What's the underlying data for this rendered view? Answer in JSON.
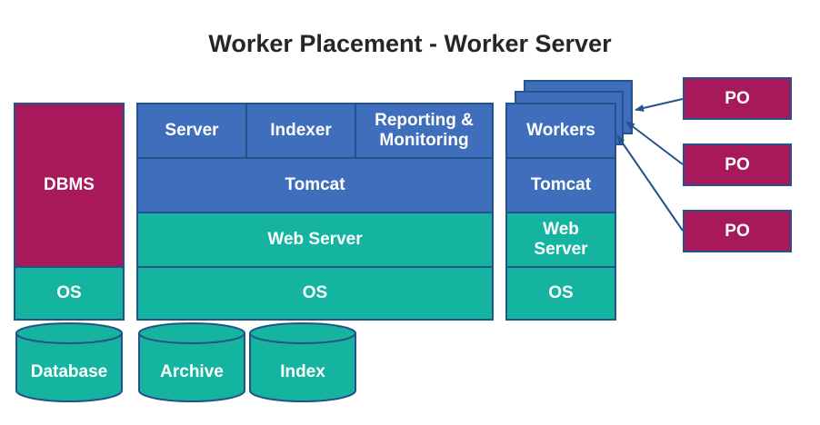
{
  "title": "Worker Placement - Worker Server",
  "colors": {
    "blue": "#3f6ebc",
    "teal": "#14b4a0",
    "maroon": "#a7195a",
    "border": "#23538a"
  },
  "db_server": {
    "dbms": "DBMS",
    "os": "OS",
    "database": "Database"
  },
  "main_server": {
    "server": "Server",
    "indexer": "Indexer",
    "reporting_line1": "Reporting &",
    "reporting_line2": "Monitoring",
    "tomcat": "Tomcat",
    "web_server": "Web Server",
    "os": "OS",
    "archive": "Archive",
    "index": "Index"
  },
  "worker_server": {
    "workers": "Workers",
    "tomcat": "Tomcat",
    "web_line1": "Web",
    "web_line2": "Server",
    "os": "OS"
  },
  "po_boxes": [
    "PO",
    "PO",
    "PO"
  ]
}
